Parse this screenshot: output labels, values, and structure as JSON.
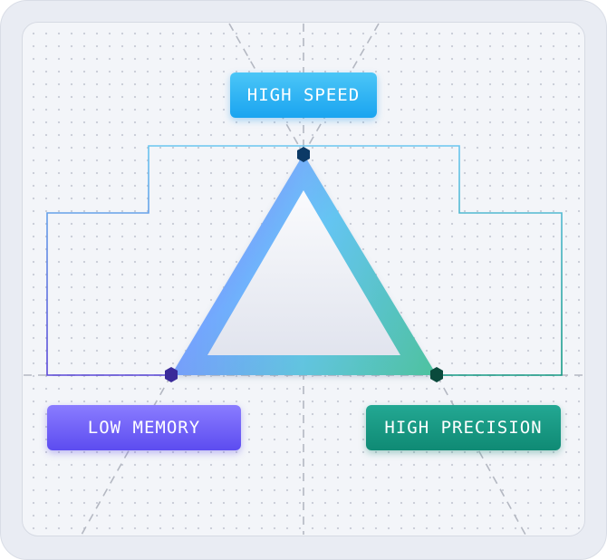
{
  "diagram": {
    "vertices": {
      "top": {
        "label": "HIGH SPEED",
        "color": "#1aa4f0",
        "node_color": "#0c3a66"
      },
      "left": {
        "label": "LOW MEMORY",
        "color": "#5c4cf0",
        "node_color": "#3a2a9a"
      },
      "right": {
        "label": "HIGH PRECISION",
        "color": "#0f8a74",
        "node_color": "#0a4a3c"
      }
    },
    "colors": {
      "frame_bg": "#e9ecf3",
      "panel_bg": "#f3f5f9",
      "guide_dash": "#b4b8c2",
      "triangle_inner": "#eef0f6"
    }
  }
}
